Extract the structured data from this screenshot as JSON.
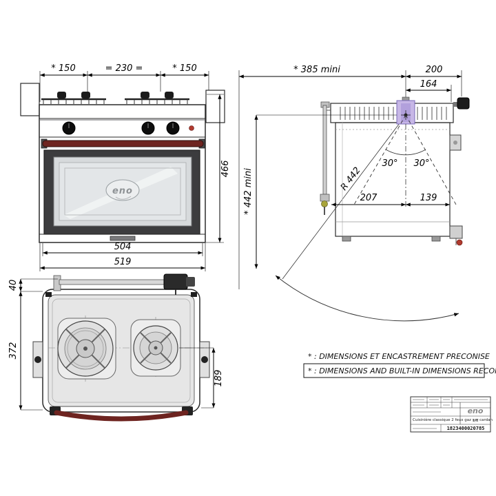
{
  "colors": {
    "accent_handle": "#6e2420",
    "pivot": "#c7b7e6",
    "fitting_brass": "#a8a43a",
    "fitting_red": "#b03a2e"
  },
  "front_view": {
    "dim_left": "* 150",
    "dim_center": "= 230 =",
    "dim_right": "* 150",
    "dim_height": "466",
    "dim_inner_width": "504",
    "dim_outer_width": "519",
    "logo": "eno"
  },
  "side_view": {
    "dim_front_clearance": "* 385 mini",
    "dim_top_total": "200",
    "dim_top_inner": "164",
    "dim_swing_clearance": "* 442 mini",
    "dim_radius": "R 442",
    "dim_angle_left": "30°",
    "dim_angle_right": "30°",
    "dim_depth_front": "207",
    "dim_depth_rear": "139"
  },
  "top_view": {
    "dim_pipe": "40",
    "dim_depth": "372",
    "dim_burner": "189"
  },
  "notes": {
    "line1": "* : DIMENSIONS ET ENCASTREMENT PRECONISE",
    "line2": "* : DIMENSIONS AND BUILT-IN DIMENSIONS RECOMMENDED"
  },
  "title_block": {
    "brand": "eno",
    "description": "Cuisinière classique 2 feux gaz sur cardan",
    "doc_number": "1823400020785",
    "page": "1/3"
  }
}
